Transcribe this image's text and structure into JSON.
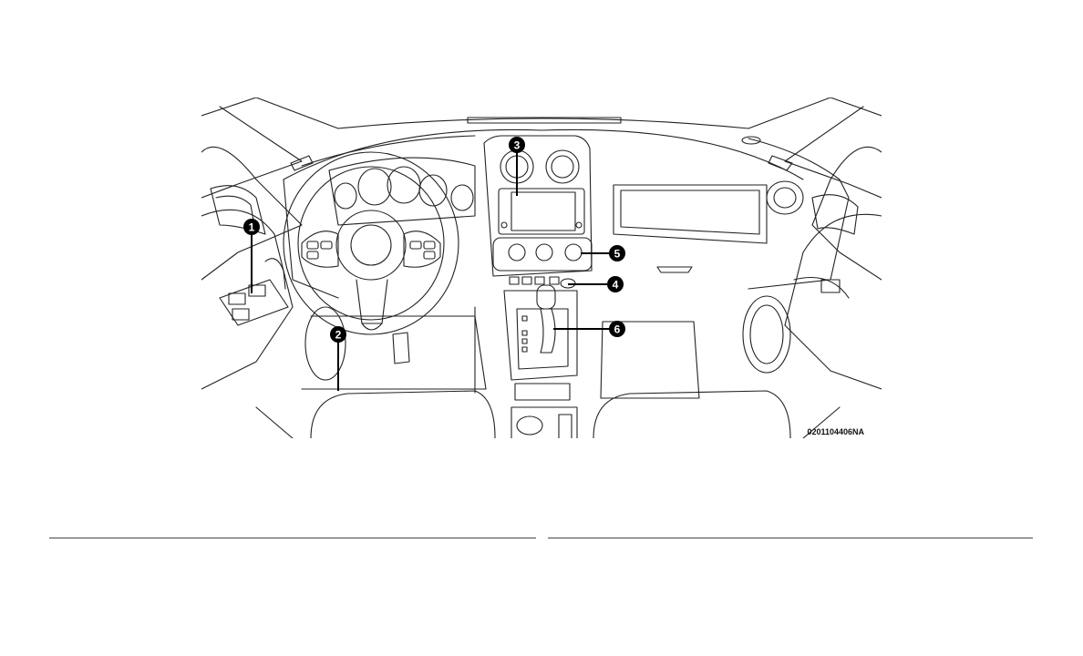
{
  "figure": {
    "code": "0201104406NA",
    "callouts": [
      "1",
      "2",
      "3",
      "4",
      "5",
      "6"
    ]
  }
}
